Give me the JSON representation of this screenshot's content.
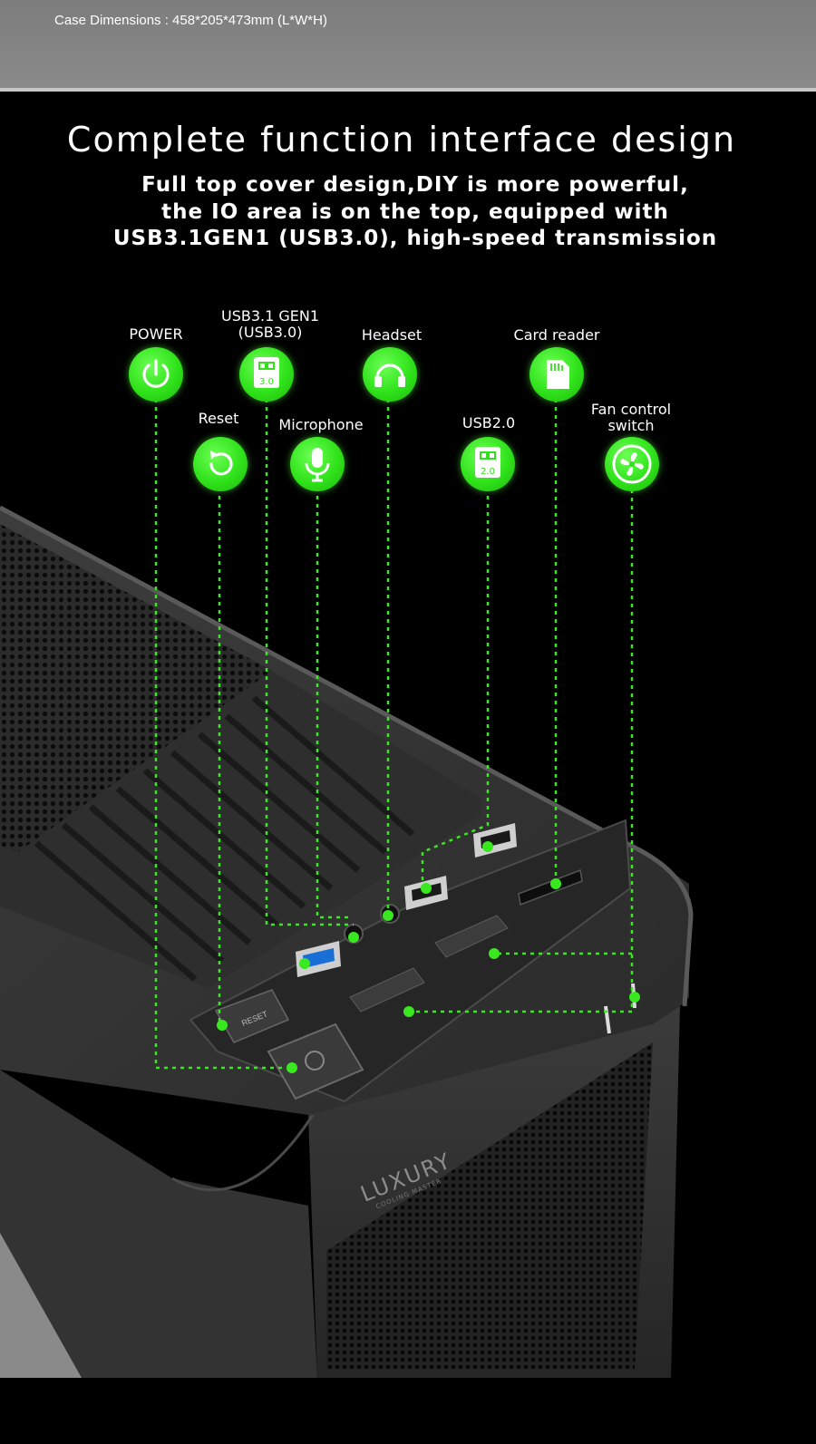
{
  "header": {
    "dimensions": "Case Dimensions : 458*205*473mm (L*W*H)"
  },
  "title": "Complete function interface design",
  "subtitle": [
    "Full top cover design,DIY is more powerful,",
    "the IO area is on the top, equipped with",
    "USB3.1GEN1 (USB3.0), high-speed transmission"
  ],
  "features": {
    "power": {
      "label": "POWER",
      "icon": "power-icon"
    },
    "usb3": {
      "label_line1": "USB3.1 GEN1",
      "label_line2": "(USB3.0)",
      "badge": "3.0",
      "icon": "usb3-icon"
    },
    "headset": {
      "label": "Headset",
      "icon": "headset-icon"
    },
    "card_reader": {
      "label": "Card reader",
      "icon": "sd-card-icon"
    },
    "reset": {
      "label": "Reset",
      "icon": "reset-icon"
    },
    "microphone": {
      "label": "Microphone",
      "icon": "microphone-icon"
    },
    "usb2": {
      "label": "USB2.0",
      "badge": "2.0",
      "icon": "usb2-icon"
    },
    "fan_control": {
      "label_line1": "Fan control",
      "label_line2": "switch",
      "icon": "fan-icon"
    }
  },
  "case": {
    "reset_button": "RESET",
    "brand_main": "LUXURY",
    "brand_sub": "COOLING MASTER"
  },
  "colors": {
    "accent_green": "#39e81f",
    "background": "#000000",
    "top_band": "#858585",
    "case_body": "#3a3a3a"
  }
}
